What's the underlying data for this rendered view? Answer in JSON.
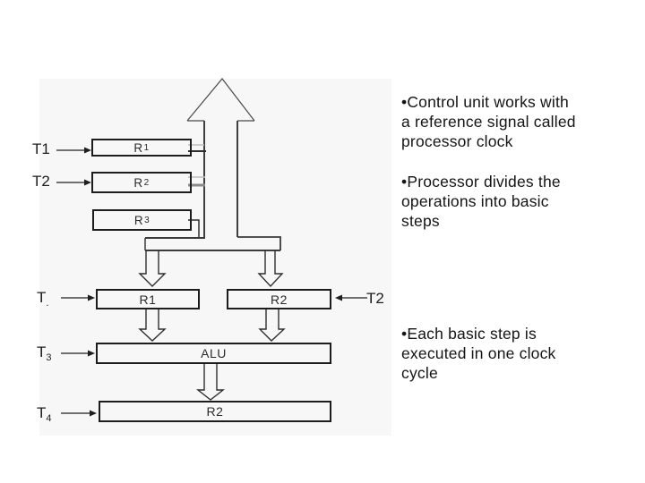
{
  "slide": {
    "background": "#ffffff",
    "panel_background": "#f7f7f7",
    "line_color": "#2e2e2e",
    "text_color": "#141414"
  },
  "diagram": {
    "top_registers": {
      "r1": {
        "main": "R",
        "sub": "1"
      },
      "r2": {
        "main": "R",
        "sub": "2"
      },
      "r3": {
        "main": "R",
        "sub": "3"
      }
    },
    "bottom_units": {
      "r1": "R1",
      "r2": "R2",
      "alu": "ALU",
      "r2_result": "R2"
    },
    "timing_labels": {
      "t1": "T1",
      "t2": "T2",
      "t2_lower": {
        "main": "T",
        "sub": "."
      },
      "t3": {
        "main": "T",
        "sub": "3"
      },
      "t4": {
        "main": "T",
        "sub": "4"
      },
      "t2_right": "T2"
    }
  },
  "bullets": [
    {
      "text": "•Control unit works with\na reference signal called\nprocessor clock"
    },
    {
      "text": "•Processor divides the\noperations into basic\nsteps"
    },
    {
      "text": "•Each basic step is\nexecuted in one clock\ncycle"
    }
  ]
}
